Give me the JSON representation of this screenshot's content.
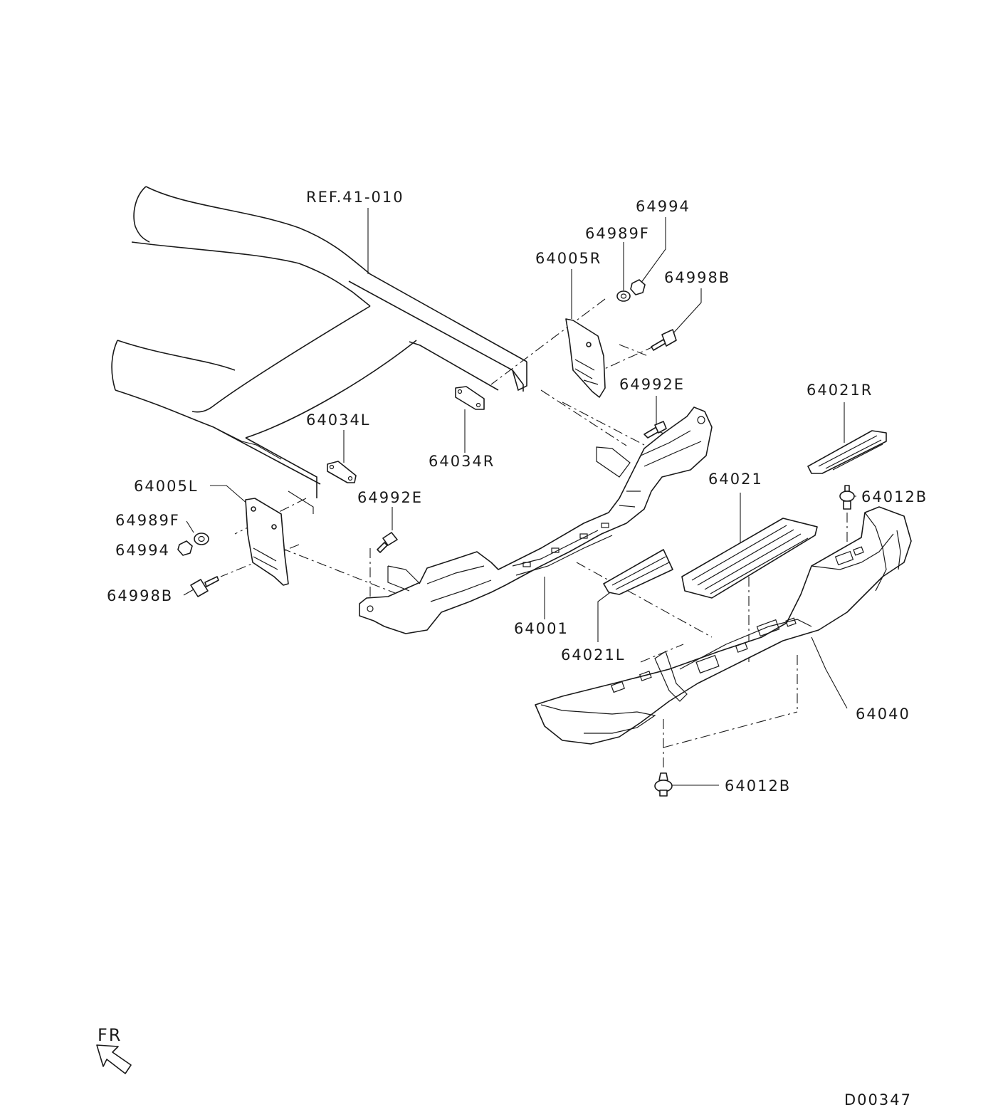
{
  "labels": {
    "ref": "REF.41-010",
    "p64994_r": "64994",
    "p64989f_r": "64989F",
    "p64005r": "64005R",
    "p64998b_r": "64998B",
    "p64992e_r": "64992E",
    "p64021r": "64021R",
    "p64034l": "64034L",
    "p64034r": "64034R",
    "p64005l": "64005L",
    "p64989f_l": "64989F",
    "p64994_l": "64994",
    "p64998b_l": "64998B",
    "p64992e_l": "64992E",
    "p64021": "64021",
    "p64012b_r": "64012B",
    "p64001": "64001",
    "p64021l": "64021L",
    "p64040": "64040",
    "p64012b_b": "64012B",
    "fr": "FR",
    "doc_id": "D00347"
  }
}
